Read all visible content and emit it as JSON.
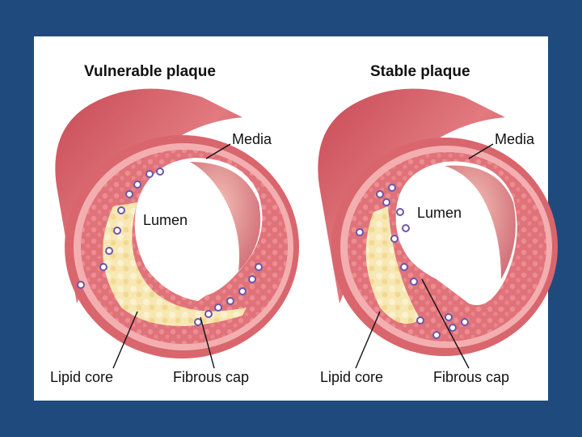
{
  "colors": {
    "background": "#1f4a7d",
    "panel": "#ffffff",
    "vessel_outer": "#d9666d",
    "media": "#f3aeb0",
    "intima": "#e0727a",
    "lipid": "#f5e2a6",
    "lumen": "#ffffff",
    "cells": "#6b57a8"
  },
  "panels": [
    {
      "title": "Vulnerable plaque",
      "labels": {
        "media": "Media",
        "lumen": "Lumen",
        "lipid_core": "Lipid core",
        "fibrous_cap": "Fibrous cap"
      }
    },
    {
      "title": "Stable plaque",
      "labels": {
        "media": "Media",
        "lumen": "Lumen",
        "lipid_core": "Lipid core",
        "fibrous_cap": "Fibrous cap"
      }
    }
  ]
}
